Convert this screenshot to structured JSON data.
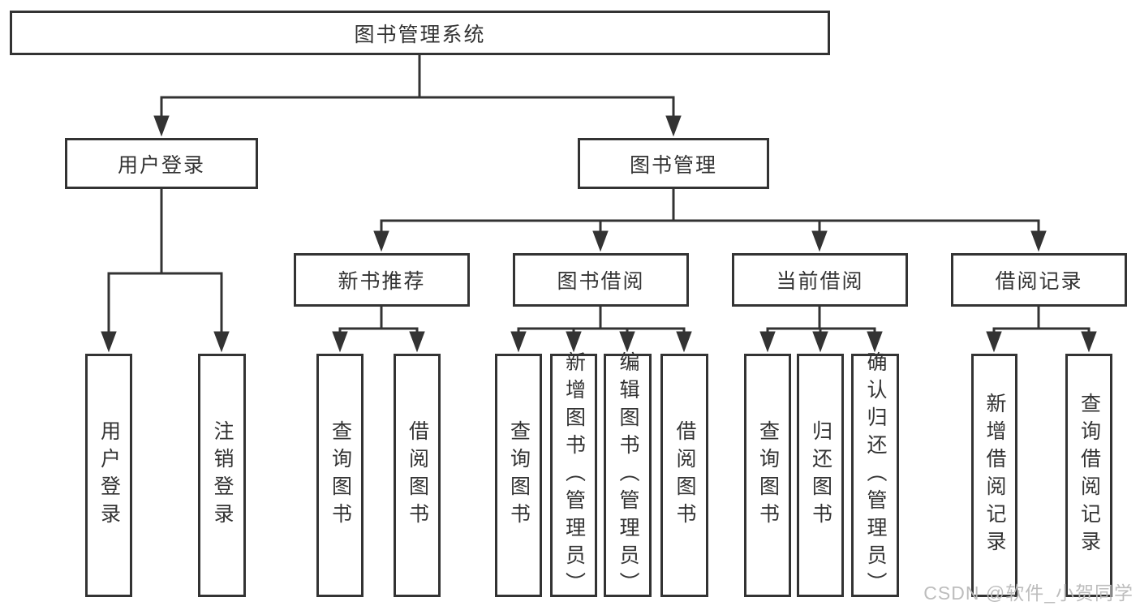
{
  "diagram_title": "图书管理系统",
  "tree": {
    "root": {
      "label": "图书管理系统"
    },
    "branches": [
      {
        "label": "用户登录",
        "children": [
          {
            "label": "用户登录"
          },
          {
            "label": "注销登录"
          }
        ]
      },
      {
        "label": "图书管理",
        "children": [
          {
            "label": "新书推荐",
            "children": [
              {
                "label": "查询图书"
              },
              {
                "label": "借阅图书"
              }
            ]
          },
          {
            "label": "图书借阅",
            "children": [
              {
                "label": "查询图书"
              },
              {
                "label": "新增图书（管理员）"
              },
              {
                "label": "编辑图书（管理员）"
              },
              {
                "label": "借阅图书"
              }
            ]
          },
          {
            "label": "当前借阅",
            "children": [
              {
                "label": "查询图书"
              },
              {
                "label": "归还图书"
              },
              {
                "label": "确认归还（管理员）"
              }
            ]
          },
          {
            "label": "借阅记录",
            "children": [
              {
                "label": "新增借阅记录"
              },
              {
                "label": "查询借阅记录"
              }
            ]
          }
        ]
      }
    ]
  },
  "watermark": {
    "text": "CSDN @软件_小贺同学",
    "color": "#b9b9b9"
  },
  "colors": {
    "line": "#333333",
    "box_border": "#333333",
    "text": "#333333",
    "background": "#ffffff"
  }
}
